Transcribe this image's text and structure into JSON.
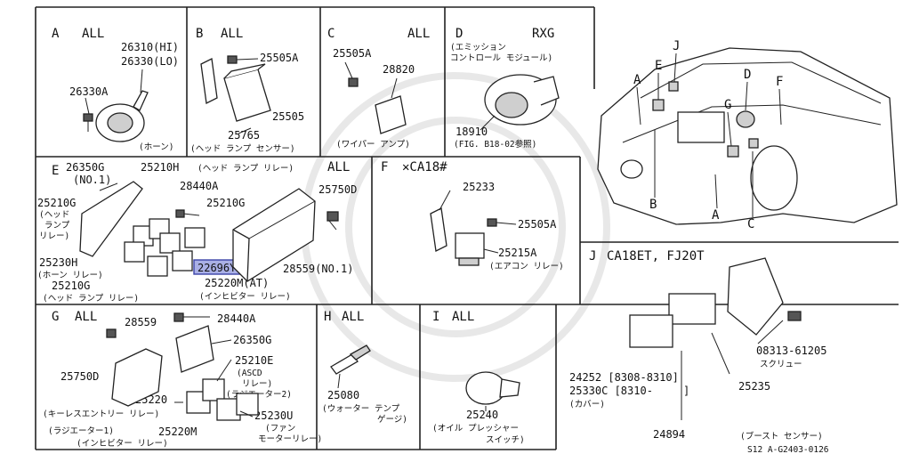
{
  "panels": {
    "A": {
      "letter": "A",
      "variant": "ALL",
      "labels": [
        "26310(HI)",
        "26330(LO)",
        "26330A",
        "(ホーン)"
      ]
    },
    "B": {
      "letter": "B",
      "variant": "ALL",
      "labels": [
        "25505A",
        "25505",
        "25765",
        "(ヘッド ランプ センサー)"
      ]
    },
    "C": {
      "letter": "C",
      "variant": "ALL",
      "labels": [
        "25505A",
        "28820",
        "(ワイパー アンプ)"
      ]
    },
    "D": {
      "letter": "D",
      "variant": "RXG",
      "labels": [
        "(エミッション",
        "コントロール モジュール)",
        "18910",
        "(FIG. B18-02参照)"
      ]
    },
    "E": {
      "letter": "E",
      "variant": "ALL",
      "labels": [
        "26350G",
        "(NO.1)",
        "25210H",
        "(ヘッド ランプ リレー)",
        "28440A",
        "25750D",
        "25210G",
        "(ヘッド",
        "ランプ",
        "リレー)",
        "25210G",
        "25230H",
        "(ホーン リレー)",
        "25210G",
        "(ヘッド ランプ リレー)",
        "22696Y",
        "28559(NO.1)",
        "25220M(AT)",
        "(インヒビター リレー)"
      ]
    },
    "F": {
      "letter": "F",
      "variant": "✕CA18#",
      "labels": [
        "25233",
        "25505A",
        "25215A",
        "(エアコン リレー)"
      ]
    },
    "G": {
      "letter": "G",
      "variant": "ALL",
      "labels": [
        "28559",
        "28440A",
        "26350G",
        "25750D",
        "25210E",
        "(ASCD",
        "リレー)",
        "(ラジエーター2)",
        "25220",
        "25230U",
        "(ファン",
        "モーターリレー)",
        "25220M",
        "(キーレスエントリー リレー)",
        "(ラジエーター1)",
        "(インヒビター リレー)"
      ]
    },
    "H": {
      "letter": "H",
      "variant": "ALL",
      "labels": [
        "25080",
        "(ウォーター テンプ",
        "ゲージ)"
      ]
    },
    "I": {
      "letter": "I",
      "variant": "ALL",
      "labels": [
        "25240",
        "(オイル プレッシャー",
        "スイッチ)"
      ]
    },
    "J": {
      "letter": "J",
      "variant": "CA18ET, FJ20T",
      "labels": [
        "08313-61205",
        "スクリュー",
        "24252 [8308-8310]",
        "25330C [8310-",
        "]",
        "(カバー)",
        "25235",
        "24894",
        "(ブースト センサー)"
      ]
    }
  },
  "car_callouts": [
    "J",
    "E",
    "A",
    "D",
    "G",
    "F",
    "B",
    "A",
    "C"
  ],
  "figure_code": "S12 A-G2403-0126",
  "colors": {
    "highlight_fill": "#aab0e6",
    "highlight_stroke": "#3c44a8",
    "line": "#222222"
  }
}
